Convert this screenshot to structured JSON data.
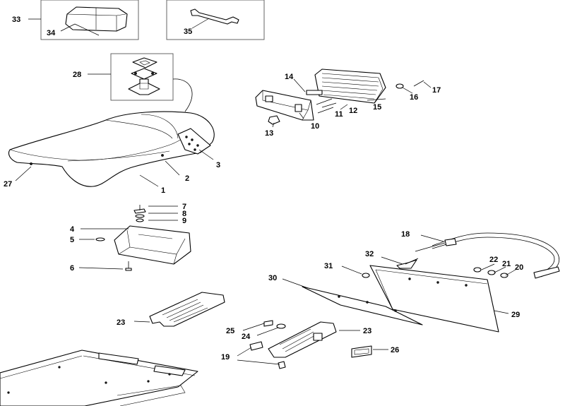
{
  "callouts": {
    "c1": "1",
    "c2": "2",
    "c3": "3",
    "c4": "4",
    "c5": "5",
    "c6": "6",
    "c7": "7",
    "c8": "8",
    "c9": "9",
    "c10": "10",
    "c11": "11",
    "c12": "12",
    "c13": "13",
    "c14": "14",
    "c15": "15",
    "c16": "16",
    "c17": "17",
    "c18": "18",
    "c19": "19",
    "c20": "20",
    "c21": "21",
    "c22": "22",
    "c23a": "23",
    "c23b": "23",
    "c24": "24",
    "c25": "25",
    "c26": "26",
    "c27": "27",
    "c28": "28",
    "c29": "29",
    "c30": "30",
    "c31": "31",
    "c32": "32",
    "c33": "33",
    "c34": "34",
    "c35": "35"
  }
}
